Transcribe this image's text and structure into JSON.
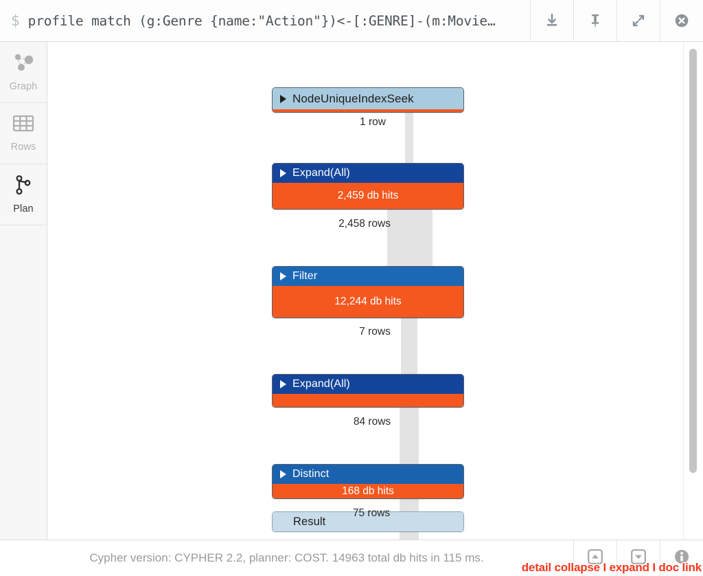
{
  "topbar": {
    "prompt_sigil": "$",
    "query": "profile match (g:Genre {name:\"Action\"})<-[:GENRE]-(m:Movie…",
    "buttons": [
      {
        "name": "download-icon",
        "label": "Download"
      },
      {
        "name": "pin-icon",
        "label": "Pin"
      },
      {
        "name": "fullscreen-icon",
        "label": "Expand"
      },
      {
        "name": "close-icon",
        "label": "Close"
      }
    ]
  },
  "sidebar": {
    "items": [
      {
        "label": "Graph",
        "icon": "graph-icon",
        "active": false
      },
      {
        "label": "Rows",
        "icon": "table-icon",
        "active": false
      },
      {
        "label": "Plan",
        "icon": "plan-icon",
        "active": true
      }
    ]
  },
  "plan": {
    "operators": [
      {
        "name": "NodeUniqueIndexSeek",
        "style": "seek",
        "db_hits_label": "",
        "header_color": "#a9cbe0",
        "body_color": "#f4581f"
      },
      {
        "name": "Expand(All)",
        "style": "normal",
        "db_hits_label": "2,459 db hits",
        "header_color": "#15459b",
        "body_color": "#f4581f"
      },
      {
        "name": "Filter",
        "style": "normal",
        "db_hits_label": "12,244 db hits",
        "header_color": "#1c68b5",
        "body_color": "#f4581f"
      },
      {
        "name": "Expand(All)",
        "style": "normal",
        "db_hits_label": "",
        "header_color": "#15459b",
        "body_color": "#f4581f"
      },
      {
        "name": "Distinct",
        "style": "normal",
        "db_hits_label": "168 db hits",
        "header_color": "#1b62ae",
        "body_color": "#f4581f"
      },
      {
        "name": "Result",
        "style": "result",
        "db_hits_label": "",
        "header_color": "#c9dcea",
        "body_color": ""
      }
    ],
    "connectors": [
      {
        "label": "1 row",
        "rows": 1
      },
      {
        "label": "2,458 rows",
        "rows": 2458
      },
      {
        "label": "7 rows",
        "rows": 7
      },
      {
        "label": "84 rows",
        "rows": 84
      },
      {
        "label": "75 rows",
        "rows": 75
      }
    ]
  },
  "footer": {
    "status": "Cypher version: CYPHER 2.2, planner: COST. 14963 total db hits in 115 ms.",
    "buttons": [
      {
        "name": "collapse-button",
        "label": "Collapse"
      },
      {
        "name": "expand-button",
        "label": "Expand"
      },
      {
        "name": "doc-link-button",
        "label": "Documentation"
      }
    ]
  },
  "annotation": {
    "text": "detail collapse I expand I doc link",
    "color": "#f5381f"
  },
  "scrollbar": {
    "visible": true
  }
}
